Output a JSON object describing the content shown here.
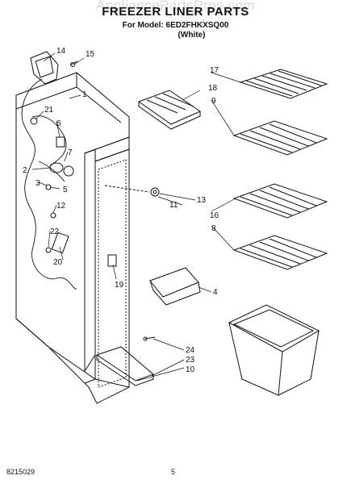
{
  "watermark": "AppliancePartsPros.com",
  "header": {
    "title": "FREEZER LINER PARTS",
    "model_line": "For Model: 6ED2FHKXSQ00",
    "color_line": "(White)"
  },
  "callouts": [
    "14",
    "15",
    "1",
    "21",
    "6",
    "7",
    "2",
    "3",
    "5",
    "12",
    "22",
    "20",
    "19",
    "18",
    "17",
    "9",
    "13",
    "11",
    "16",
    "8",
    "4",
    "24",
    "23",
    "10"
  ],
  "footer": {
    "doc_number": "8215029",
    "page_number": "5"
  }
}
